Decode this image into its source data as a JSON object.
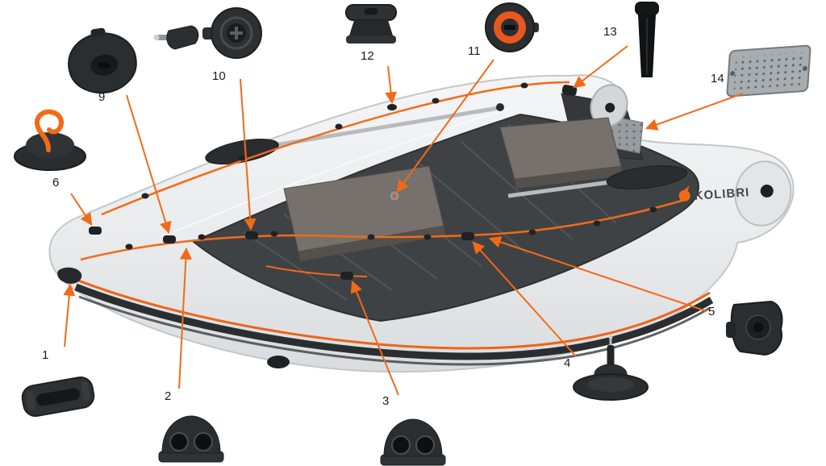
{
  "diagram": {
    "brand": "KOLIBRI",
    "accent": "#F26A17",
    "callouts": [
      {
        "number": "1",
        "part": "carry-handle"
      },
      {
        "number": "2",
        "part": "two-hole-oarlock-bracket"
      },
      {
        "number": "3",
        "part": "two-hole-oarlock-bracket"
      },
      {
        "number": "4",
        "part": "drain-valve"
      },
      {
        "number": "5",
        "part": "oarlock-mount"
      },
      {
        "number": "6",
        "part": "anchor-hook-fitting"
      },
      {
        "number": "9",
        "part": "bow-valve"
      },
      {
        "number": "10",
        "part": "air-valve-with-adapter"
      },
      {
        "number": "11",
        "part": "air-valve-orange"
      },
      {
        "number": "12",
        "part": "tube-cap-fitting"
      },
      {
        "number": "13",
        "part": "oar-grip"
      },
      {
        "number": "14",
        "part": "transom-mounting-plate"
      }
    ]
  }
}
